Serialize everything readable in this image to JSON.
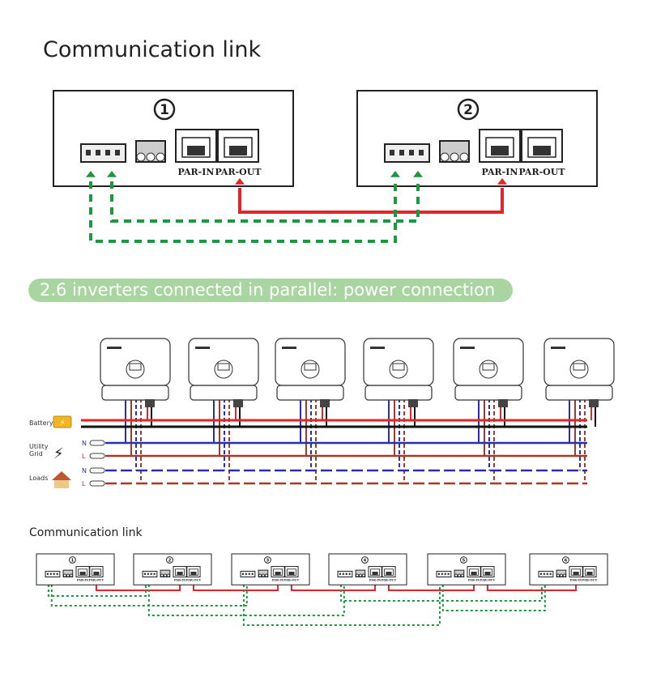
{
  "top_section": {
    "title": "Communication link",
    "units": [
      {
        "number": "1",
        "par_in": "PAR-IN",
        "par_out": "PAR-OUT"
      },
      {
        "number": "2",
        "par_in": "PAR-IN",
        "par_out": "PAR-OUT"
      }
    ]
  },
  "banner": {
    "text": "2.6 inverters connected in parallel: power connection"
  },
  "power": {
    "inverter_count": 6,
    "legend": {
      "battery": "Battery",
      "grid": "Utility\nGrid",
      "loads": "Loads",
      "n": "N",
      "l": "L"
    }
  },
  "bottom_section": {
    "title": "Communication link",
    "units": [
      "1",
      "2",
      "3",
      "4",
      "5",
      "6"
    ],
    "par_in": "PAR-IN",
    "par_out": "PAR-OUT"
  },
  "colors": {
    "red": "#e0262b",
    "green": "#1a9a3c",
    "blue": "#2a2fb0",
    "brown": "#a33a2c",
    "banner": "#a9d6a0"
  }
}
